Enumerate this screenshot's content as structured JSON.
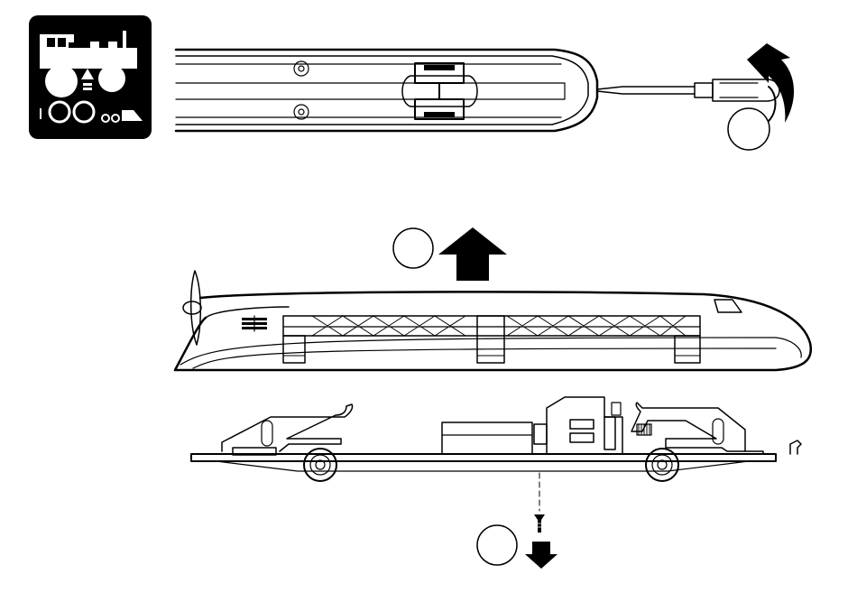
{
  "figure": {
    "icon": "locomotive-body-removal-icon",
    "icon_background": "#000000",
    "line_color": "#000000",
    "paper_color": "#ffffff",
    "steps": [
      {
        "step": "lever-off-with-screwdriver",
        "marker": "",
        "arrow": "curved-up"
      },
      {
        "step": "lift-body-off",
        "marker": "",
        "arrow": "up"
      },
      {
        "step": "remove-screw",
        "marker": "",
        "arrow": "down"
      }
    ]
  }
}
